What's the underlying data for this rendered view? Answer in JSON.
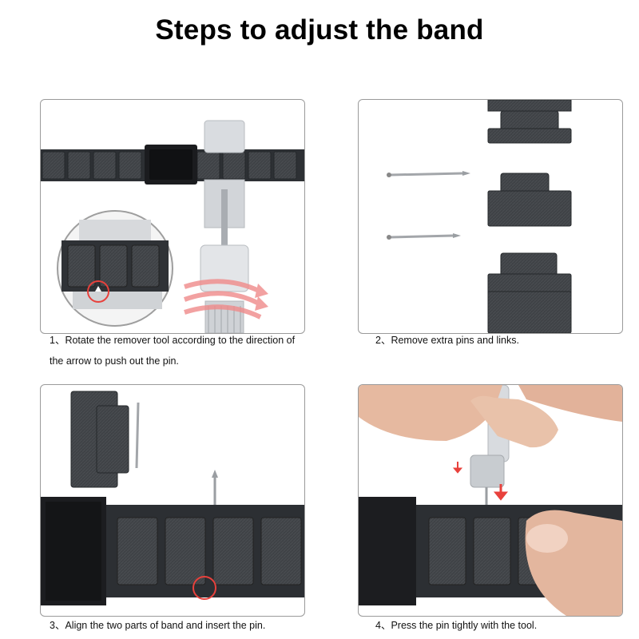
{
  "header": {
    "title": "Steps to adjust the band"
  },
  "steps": [
    {
      "number": "1、",
      "text_line1": "Rotate the remover tool according to the direction of",
      "text_line2": "the arrow to push out the pin."
    },
    {
      "number": "2、",
      "text_line1": "Remove extra pins and links."
    },
    {
      "number": "3、",
      "text_line1": "Align the two parts of band and insert the pin."
    },
    {
      "number": "4、",
      "text_line1": "Press the pin tightly with the tool."
    }
  ],
  "colors": {
    "band": "#3d4044",
    "band_dark": "#2a2c30",
    "tool_silver": "#d6d9dd",
    "accent_red": "#e8413c",
    "panel_border": "#9a9a9a",
    "skin": "#e8b9a0"
  },
  "icons": [
    "watch-band-photo",
    "remover-tool-icon",
    "red-circle-highlight",
    "rotation-arrow-icon",
    "pin-icon",
    "hand-photo"
  ]
}
